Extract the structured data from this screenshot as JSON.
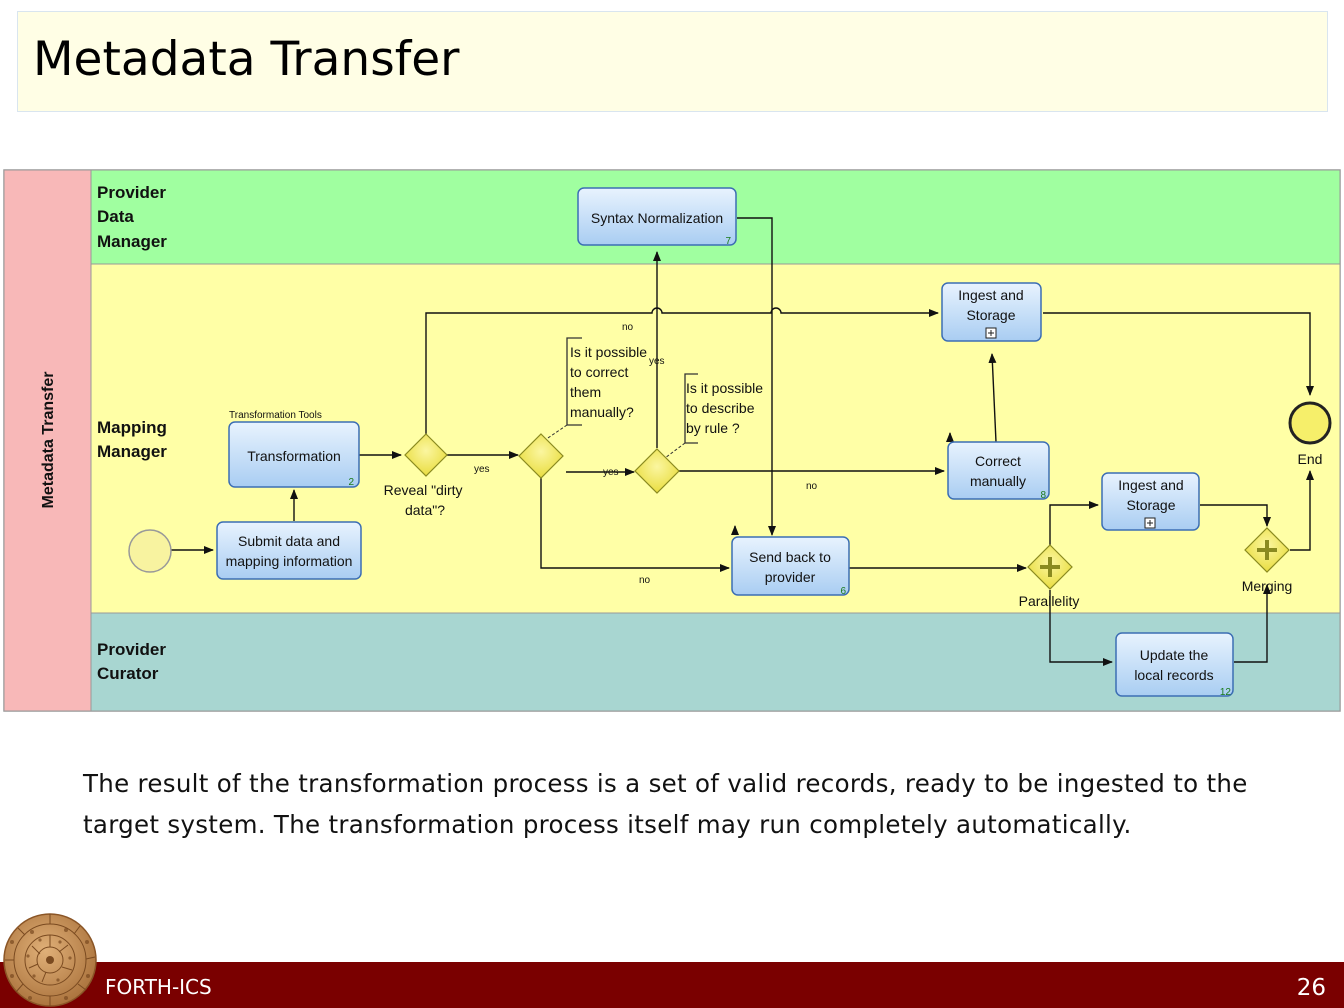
{
  "slide": {
    "title": "Metadata Transfer",
    "page_number": "26"
  },
  "footer": {
    "org": "FORTH-ICS"
  },
  "caption": "The result of the transformation process is a set of valid records, ready to be ingested to the target system. The transformation process itself may run completely automatically.",
  "diagram": {
    "pool": "Metadata Transfer",
    "lanes": {
      "provider_data_manager": [
        "Provider",
        "Data",
        "Manager"
      ],
      "mapping_manager": [
        "Mapping",
        "Manager"
      ],
      "provider_curator": [
        "Provider",
        "Curator"
      ]
    },
    "tasks": {
      "syntax_normalization": {
        "lines": [
          "Syntax Normalization"
        ],
        "num": "7"
      },
      "ingest_storage_1": {
        "lines": [
          "Ingest and",
          "Storage"
        ]
      },
      "transformation": {
        "lines": [
          "Transformation"
        ],
        "num": "2"
      },
      "submit": {
        "lines": [
          "Submit data and",
          "mapping information"
        ]
      },
      "send_back": {
        "lines": [
          "Send back to",
          "provider"
        ],
        "num": "6"
      },
      "correct_manually": {
        "lines": [
          "Correct",
          "manually"
        ],
        "num": "8"
      },
      "ingest_storage_2": {
        "lines": [
          "Ingest and",
          "Storage"
        ]
      },
      "update_records": {
        "lines": [
          "Update the",
          "local records"
        ],
        "num": "12"
      }
    },
    "transformation_tools": "Transformation Tools",
    "gateways": {
      "reveal": [
        "Reveal \"dirty",
        "data\"?"
      ],
      "parallelity": "Parallelity",
      "merging": "Merging"
    },
    "annotations": {
      "correct": [
        "Is it possible",
        "to correct",
        "them",
        "manually?"
      ],
      "describe": [
        "Is it possible",
        "to describe",
        "by rule ?"
      ]
    },
    "labels": {
      "yes": "yes",
      "no": "no"
    },
    "end_event": "End",
    "colors": {
      "pool_header": "#f8b8b8",
      "lane_top": "#a0ffa0",
      "lane_mid": "#ffffa6",
      "lane_bottom": "#a8d6d1",
      "task_fill": "#bfdcf8",
      "task_border": "#3c6eb4",
      "gateway": "#f0e64a",
      "footer": "#7a0000"
    }
  }
}
